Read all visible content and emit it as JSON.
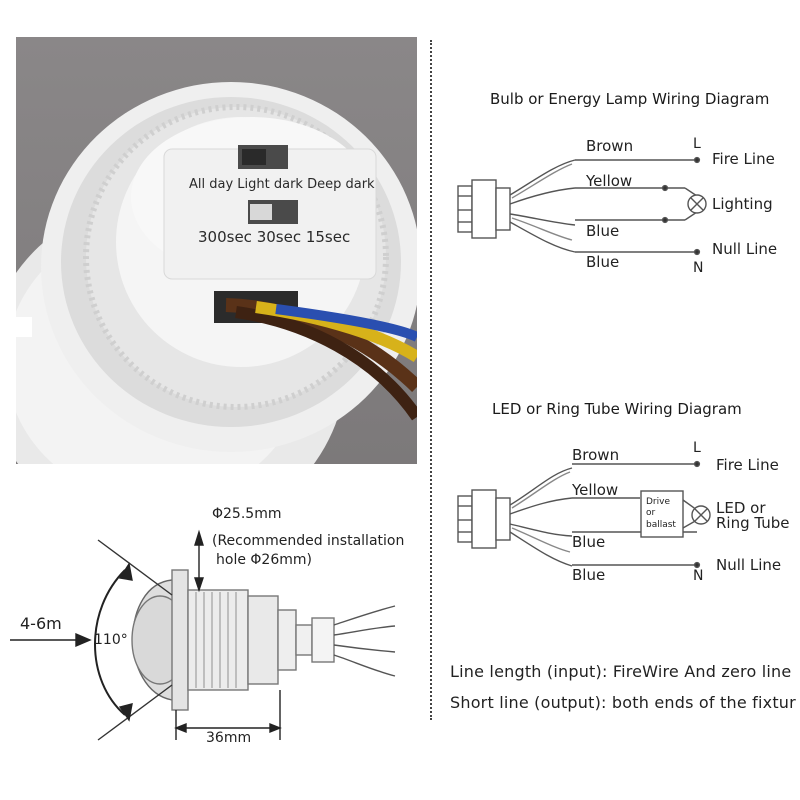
{
  "photo": {
    "switch_top_labels": "All day Light dark Deep dark",
    "switch_bottom_labels": "300sec 30sec 15sec"
  },
  "diagram1": {
    "title": "Bulb or Energy Lamp Wiring Diagram",
    "wires": [
      "Brown",
      "Yellow",
      "Blue",
      "Blue"
    ],
    "terminal_L": "L",
    "terminal_N": "N",
    "fire_line": "Fire Line",
    "load_label": "Lighting",
    "null_line": "Null Line"
  },
  "diagram2": {
    "title": "LED or Ring Tube Wiring Diagram",
    "wires": [
      "Brown",
      "Yellow",
      "Blue",
      "Blue"
    ],
    "terminal_L": "L",
    "terminal_N": "N",
    "fire_line": "Fire Line",
    "driver_text": [
      "Drive",
      "or",
      "ballast"
    ],
    "load_label_1": "LED or",
    "load_label_2": "Ring Tube",
    "null_line": "Null Line"
  },
  "dimensions": {
    "diameter": "Φ25.5mm",
    "recommended_line1": "(Recommended installation",
    "recommended_line2": "hole Φ26mm)",
    "range": "4-6m",
    "angle": "110°",
    "length": "36mm"
  },
  "notes": {
    "line1": "Line length (input): FireWire And zero line",
    "line2": "Short line (output): both ends of the fixtur"
  }
}
